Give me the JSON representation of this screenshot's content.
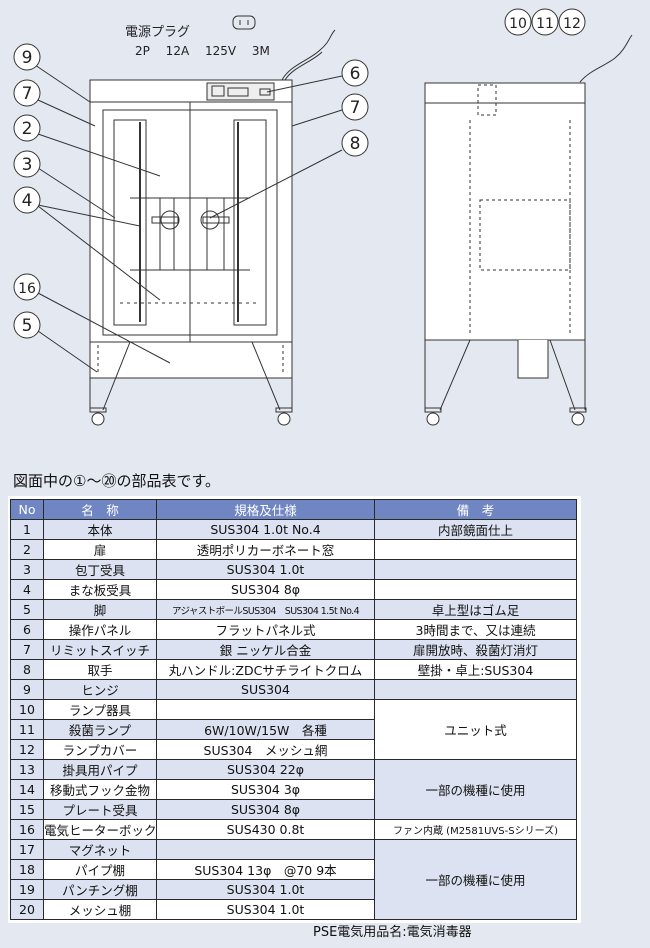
{
  "drawing": {
    "plug_label": "電源プラグ",
    "plug_spec": "2P　 12A　 125V　 3M",
    "callouts_front_left": [
      "9",
      "7",
      "2",
      "3",
      "4",
      "16",
      "5"
    ],
    "callouts_front_right": [
      "6",
      "7",
      "8"
    ],
    "callouts_side": [
      "10",
      "11",
      "12"
    ]
  },
  "caption": "図面中の①～⑳の部品表です。",
  "table": {
    "headers": [
      "No",
      "名　称",
      "規格及仕様",
      "備　考"
    ],
    "rows": [
      {
        "no": "1",
        "name": "本体",
        "spec": "SUS304 1.0t  No.4",
        "remark": "内部鏡面仕上",
        "span": 1
      },
      {
        "no": "2",
        "name": "扉",
        "spec": "透明ポリカーボネート窓",
        "remark": "",
        "span": 1
      },
      {
        "no": "3",
        "name": "包丁受具",
        "spec": "SUS304 1.0t",
        "remark": "",
        "span": 1
      },
      {
        "no": "4",
        "name": "まな板受具",
        "spec": "SUS304 8φ",
        "remark": "",
        "span": 1
      },
      {
        "no": "5",
        "name": "脚",
        "spec": "アジャストボールSUS304　SUS304 1.5t No.4",
        "remark": "卓上型はゴム足",
        "span": 1
      },
      {
        "no": "6",
        "name": "操作パネル",
        "spec": "フラットパネル式",
        "remark": "3時間まで、又は連続",
        "span": 1
      },
      {
        "no": "7",
        "name": "リミットスイッチ",
        "spec": "銀 ニッケル合金",
        "remark": "扉開放時、殺菌灯消灯",
        "span": 1
      },
      {
        "no": "8",
        "name": "取手",
        "spec": "丸ハンドル:ZDCサチライトクロム",
        "remark": "壁掛・卓上:SUS304",
        "span": 1
      },
      {
        "no": "9",
        "name": "ヒンジ",
        "spec": "SUS304",
        "remark": "",
        "span": 1
      },
      {
        "no": "10",
        "name": "ランプ器具",
        "spec": "",
        "remark": "ユニット式",
        "span": 3
      },
      {
        "no": "11",
        "name": "殺菌ランプ",
        "spec": "6W/10W/15W　各種",
        "remark": null,
        "span": 0
      },
      {
        "no": "12",
        "name": "ランプカバー",
        "spec": "SUS304　メッシュ網",
        "remark": null,
        "span": 0
      },
      {
        "no": "13",
        "name": "掛具用パイプ",
        "spec": "SUS304 22φ",
        "remark": "一部の機種に使用",
        "span": 3
      },
      {
        "no": "14",
        "name": "移動式フック金物",
        "spec": "SUS304 3φ",
        "remark": null,
        "span": 0
      },
      {
        "no": "15",
        "name": "プレート受具",
        "spec": "SUS304 8φ",
        "remark": null,
        "span": 0
      },
      {
        "no": "16",
        "name": "電気ヒーターボックス",
        "spec": "SUS430 0.8t",
        "remark": "ファン内蔵 (M2581UVS-Sシリーズ)",
        "span": 1
      },
      {
        "no": "17",
        "name": "マグネット",
        "spec": "",
        "remark": "一部の機種に使用",
        "span": 4
      },
      {
        "no": "18",
        "name": "パイプ棚",
        "spec": "SUS304  13φ　@70  9本",
        "remark": null,
        "span": 0
      },
      {
        "no": "19",
        "name": "パンチング棚",
        "spec": "SUS304 1.0t",
        "remark": null,
        "span": 0
      },
      {
        "no": "20",
        "name": "メッシュ棚",
        "spec": "SUS304 1.0t",
        "remark": null,
        "span": 0
      }
    ]
  },
  "footer": "PSE電気用品名:電気消毒器"
}
